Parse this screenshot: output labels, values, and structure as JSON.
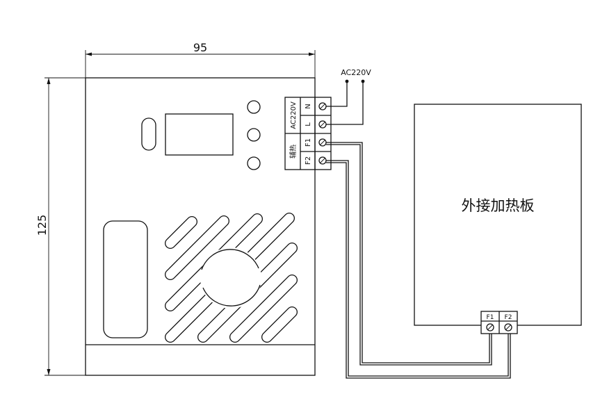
{
  "dimensions": {
    "width": "95",
    "height": "125"
  },
  "power_label": "AC220V",
  "terminal_block": {
    "group_power_label": "AC220V",
    "group_heat_label": "辅热",
    "terminals": [
      "N",
      "L",
      "F1",
      "F2"
    ]
  },
  "heater_panel": {
    "label": "外接加热板",
    "terminals": [
      "F1",
      "F2"
    ]
  }
}
